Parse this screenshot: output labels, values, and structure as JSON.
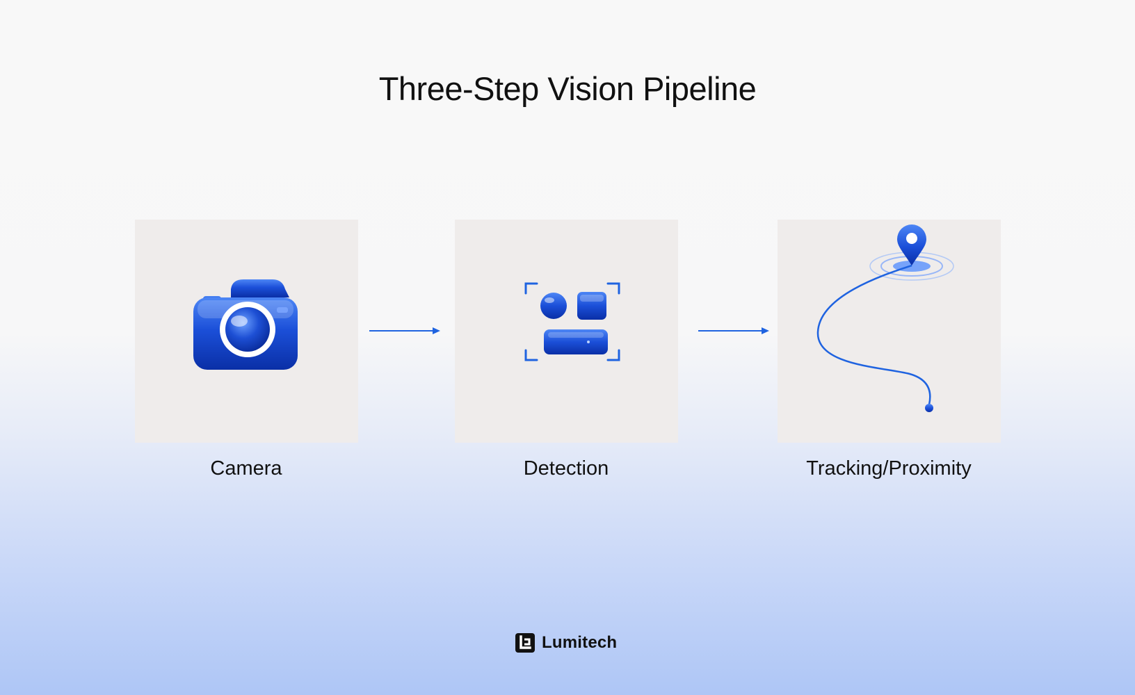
{
  "diagram": {
    "title": "Three-Step Vision Pipeline",
    "steps": [
      {
        "label": "Camera",
        "icon": "camera-icon"
      },
      {
        "label": "Detection",
        "icon": "object-detection-icon"
      },
      {
        "label": "Tracking/Proximity",
        "icon": "location-path-icon"
      }
    ],
    "connector": "arrow-right"
  },
  "brand": {
    "name": "Lumitech",
    "icon": "lumitech-logo-icon"
  },
  "colors": {
    "accent": "#1f63e0",
    "icon_blue": "#1a4fd6",
    "tile_bg": "#efeceb",
    "text": "#111111"
  }
}
